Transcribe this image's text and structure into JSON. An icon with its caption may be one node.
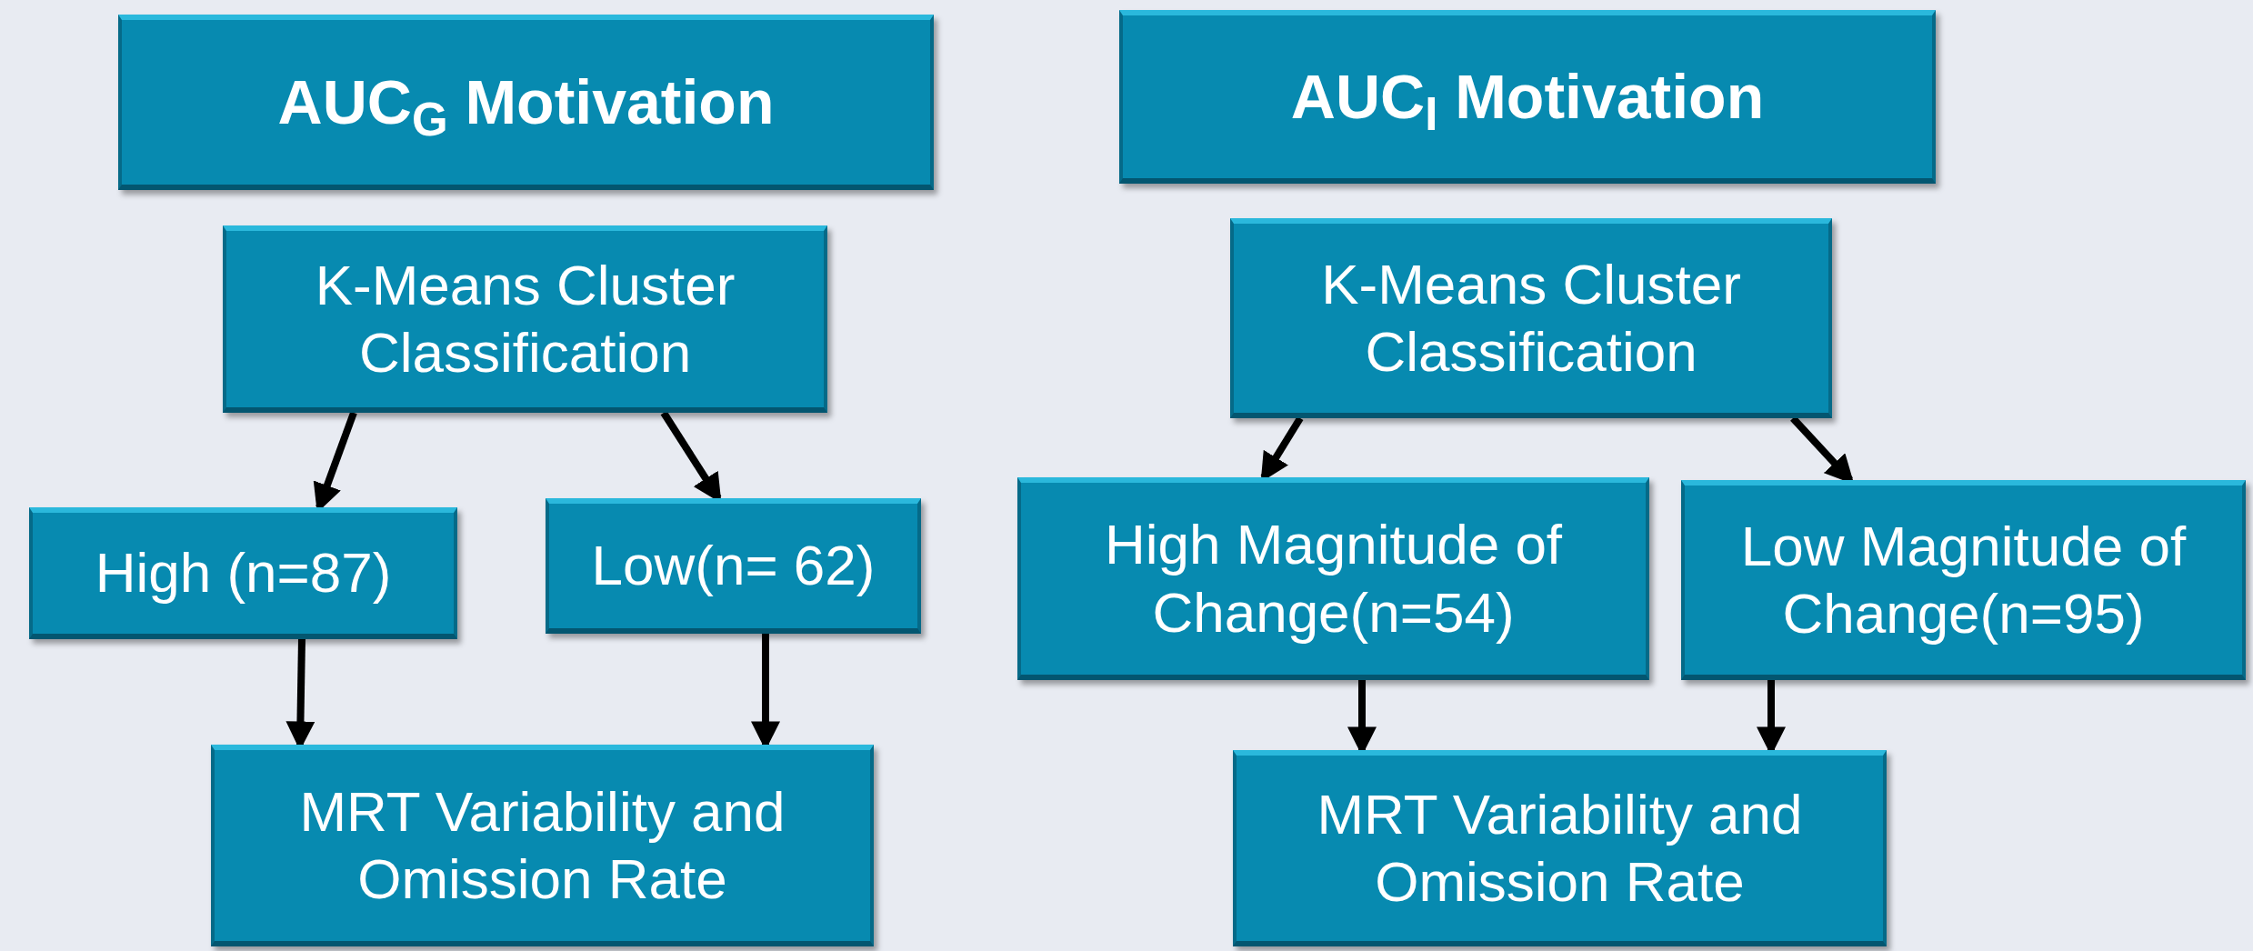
{
  "diagram": {
    "nodes": [
      {
        "text": [
          "AUC$_{G}$ Motivation"
        ]
      },
      {
        "text": [
          "K-Means Cluster Classification"
        ]
      },
      {
        "text": [
          "High (n=87)"
        ]
      },
      {
        "text": [
          "Low(n= 62)"
        ]
      },
      {
        "text": [
          "MRT Variability and Omission Rate"
        ]
      },
      {
        "text": [
          "AUC$_{I}$ Motivation"
        ]
      },
      {
        "text": [
          "K-Means Cluster Classification"
        ]
      },
      {
        "text": [
          "High Magnitude of Change(n=54)"
        ]
      },
      {
        "text": [
          "Low Magnitude of Change(n=95)"
        ]
      },
      {
        "text": [
          "MRT Variability and Omission Rate"
        ]
      }
    ],
    "edges": [
      {
        "from": 1,
        "to": 2,
        "arrow": "to"
      },
      {
        "from": 1,
        "to": 3,
        "arrow": "to"
      },
      {
        "from": 2,
        "to": 4,
        "arrow": "to"
      },
      {
        "from": 3,
        "to": 4,
        "arrow": "to"
      },
      {
        "from": 6,
        "to": 7,
        "arrow": "to"
      },
      {
        "from": 6,
        "to": 8,
        "arrow": "to"
      },
      {
        "from": 7,
        "to": 9,
        "arrow": "to"
      },
      {
        "from": 8,
        "to": 9,
        "arrow": "to"
      }
    ]
  }
}
